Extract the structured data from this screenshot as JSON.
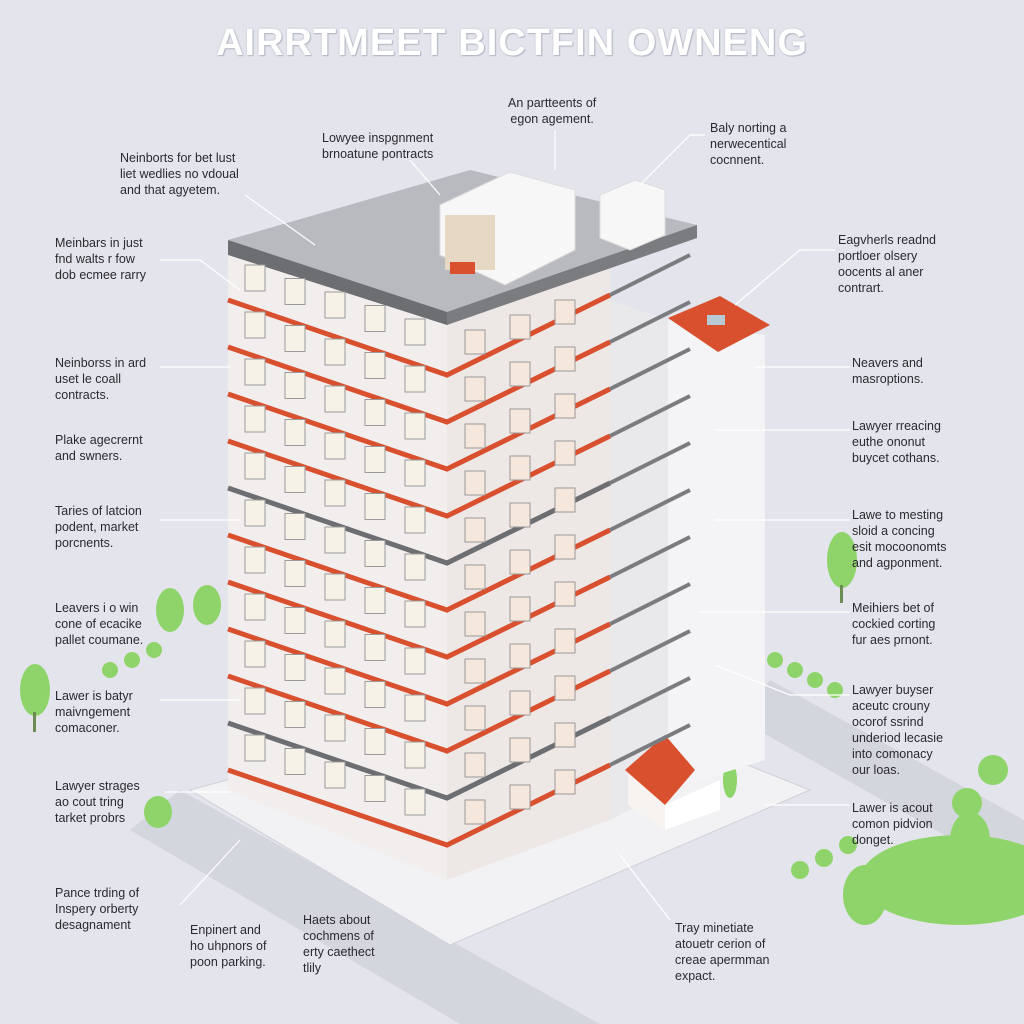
{
  "title": "AIRRTMEET BICTFIN OWNENG",
  "colors": {
    "background": "#e4e5ec",
    "accent": "#d9502e",
    "wall": "#f3eeee",
    "roof": "#6d6e72",
    "tree": "#8fd46a"
  },
  "labels": {
    "top_left": "Neinborts for bet lust\nliet wedlies no vdoual\nand that agyetem.",
    "top_mid": "Lowyee inspgnment\nbrnoatune pontracts",
    "top_center": "An partteents of\negon agement.",
    "top_right": "Baly norting a\nnerwecentical\ncocnnent.",
    "l1": "Meinbars in just\nfnd walts r fow\ndob ecmee rarry",
    "l2": "Neinborss in ard\nuset le coall\ncontracts.",
    "l3": "Plake agecrernt\nand swners.",
    "l4": "Taries of latcion\npodent, market\nporcnents.",
    "l5": "Leavers i o win\ncone of ecacike\npallet coumane.",
    "l6": "Lawer is batyr\nmaivngement\ncomaconer.",
    "l7": "Lawyer strages\nao cout tring\ntarket probrs",
    "l8": "Pance trding of\nInspery orberty\ndesagnament",
    "b1": "Enpinert and\nho uhpnors of\npoon parking.",
    "b2": "Haets about\ncochmens of\nerty caethect\ntlily",
    "b3": "Tray minetiate\natouetr cerion of\ncreae apermman\nexpact.",
    "r1": "Eagvherls readnd\nportloer olsery\noocents al aner\ncontrart.",
    "r2": "Neavers and\nmasroptions.",
    "r3": "Lawyer rreacing\neuthe ononut\nbuycet cothans.",
    "r4": "Lawe to mesting\nsloid a concing\nesit mocoonomts\nand agponment.",
    "r5": "Meihiers bet of\ncockied corting\nfur aes prnont.",
    "r6": "Lawyer buyser\naceutc crouny\nocorof ssrind\nunderiod lecasie\ninto comonacy\nour loas.",
    "r7": "Lawer is acout\ncomon pidvion\ndonget."
  }
}
